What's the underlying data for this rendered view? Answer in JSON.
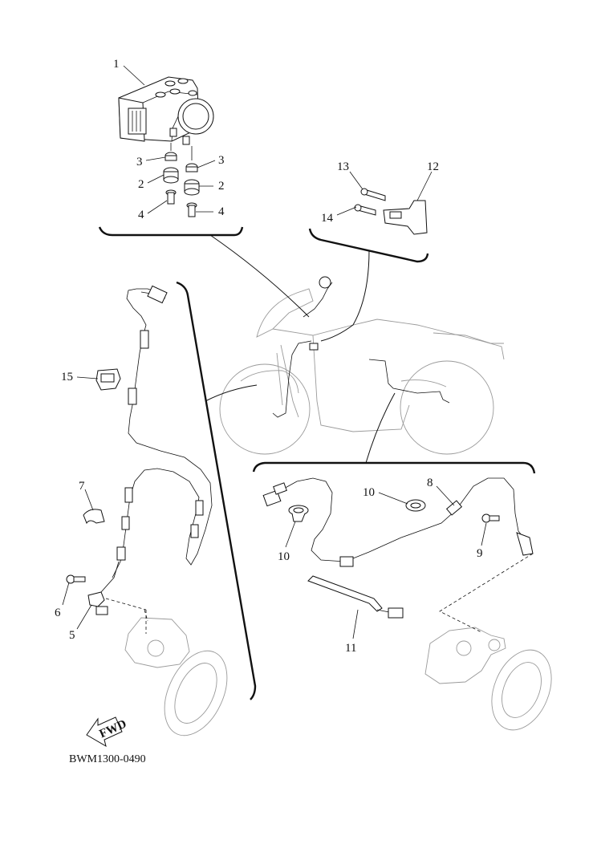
{
  "diagram": {
    "code": "BWM1300-0490",
    "direction_label": "FWD",
    "callouts": [
      {
        "id": "c1",
        "label": "1"
      },
      {
        "id": "c3a",
        "label": "3"
      },
      {
        "id": "c3b",
        "label": "3"
      },
      {
        "id": "c2a",
        "label": "2"
      },
      {
        "id": "c2b",
        "label": "2"
      },
      {
        "id": "c4a",
        "label": "4"
      },
      {
        "id": "c4b",
        "label": "4"
      },
      {
        "id": "c13",
        "label": "13"
      },
      {
        "id": "c12",
        "label": "12"
      },
      {
        "id": "c14",
        "label": "14"
      },
      {
        "id": "c15",
        "label": "15"
      },
      {
        "id": "c7",
        "label": "7"
      },
      {
        "id": "c6",
        "label": "6"
      },
      {
        "id": "c5",
        "label": "5"
      },
      {
        "id": "c8",
        "label": "8"
      },
      {
        "id": "c10a",
        "label": "10"
      },
      {
        "id": "c10b",
        "label": "10"
      },
      {
        "id": "c9",
        "label": "9"
      },
      {
        "id": "c11",
        "label": "11"
      }
    ]
  }
}
